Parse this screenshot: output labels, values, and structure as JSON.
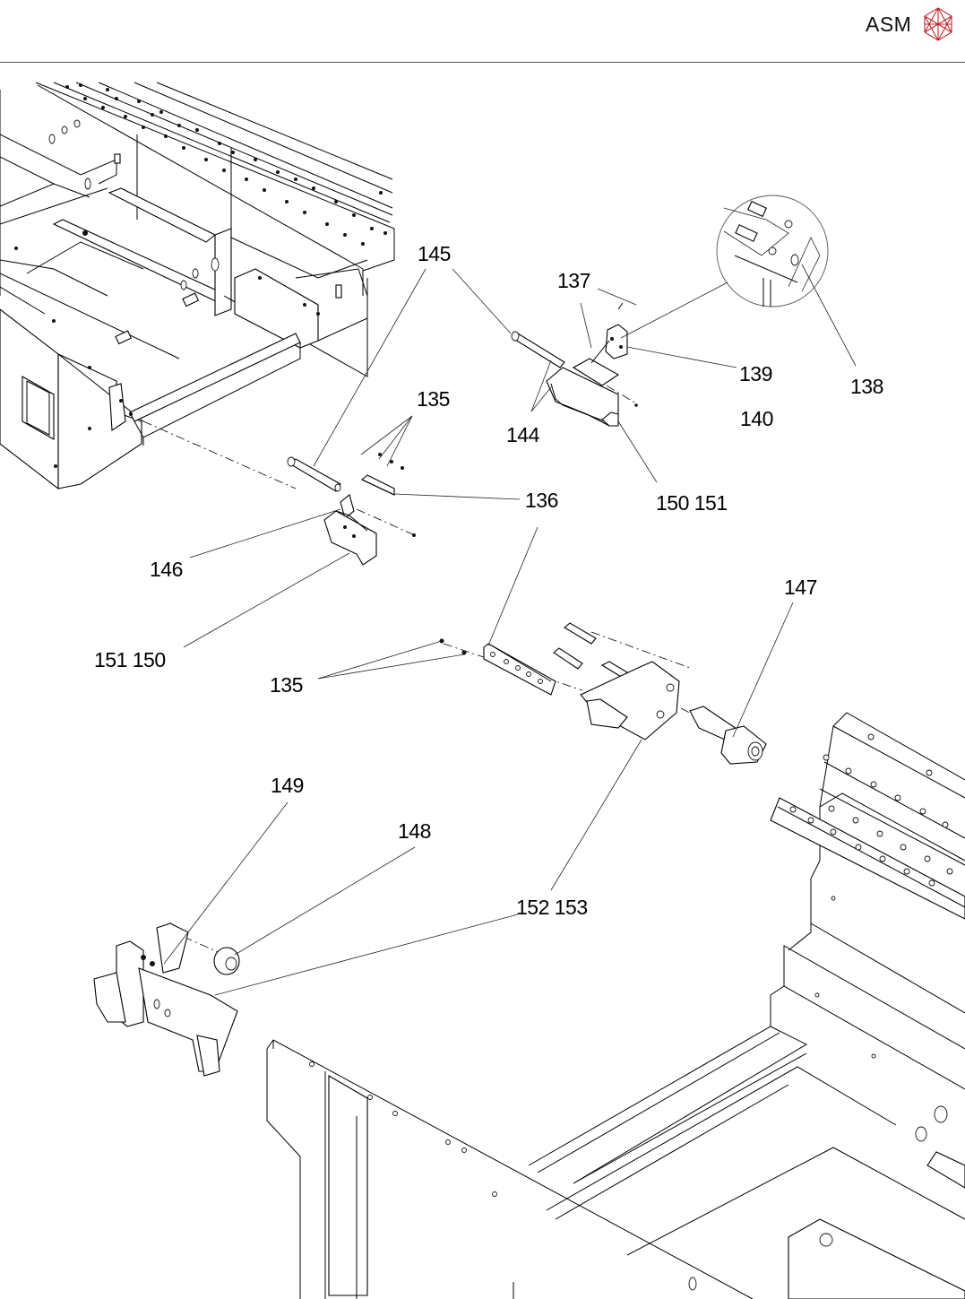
{
  "header": {
    "brand_text": "ASM",
    "brand_color": "#c0272d",
    "logo_icon": "asm-hexagon-logo-icon"
  },
  "drawing": {
    "type": "exploded-assembly-drawing",
    "detail_view": "circular-detail-magnifier",
    "callouts": [
      {
        "id": "c145",
        "label": "145"
      },
      {
        "id": "c137",
        "label": "137"
      },
      {
        "id": "c139",
        "label": "139"
      },
      {
        "id": "c138",
        "label": "138"
      },
      {
        "id": "c140",
        "label": "140"
      },
      {
        "id": "c135a",
        "label": "135"
      },
      {
        "id": "c144",
        "label": "144"
      },
      {
        "id": "c136",
        "label": "136"
      },
      {
        "id": "c150151",
        "label": "150 151"
      },
      {
        "id": "c146",
        "label": "146"
      },
      {
        "id": "c151150",
        "label": "151  150"
      },
      {
        "id": "c147",
        "label": "147"
      },
      {
        "id": "c135b",
        "label": "135"
      },
      {
        "id": "c149",
        "label": "149"
      },
      {
        "id": "c148",
        "label": "148"
      },
      {
        "id": "c152153",
        "label": "152  153"
      }
    ]
  }
}
